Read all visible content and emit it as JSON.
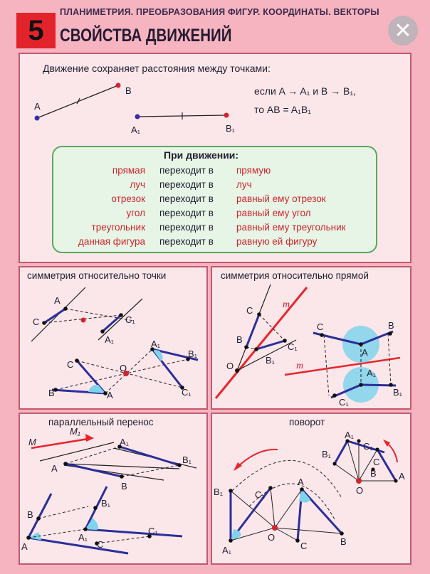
{
  "card_number": "5",
  "header": {
    "topic": "ПЛАНИМЕТРИЯ. ПРЕОБРАЗОВАНИЯ ФИГУР. КООРДИНАТЫ. ВЕКТОРЫ",
    "title": "СВОЙСТВА ДВИЖЕНИЙ"
  },
  "close_icon": "close-icon",
  "top_panel": {
    "statement": "Движение сохраняет расстояния между точками:",
    "condition_line1": "если A → A₁ и B → B₁,",
    "condition_line2": "то AB = A₁B₁",
    "labels": {
      "a": "A",
      "b": "B",
      "a1": "A₁",
      "b1": "B₁"
    }
  },
  "movement_box": {
    "heading": "При движении:",
    "rows": [
      {
        "from": "прямая",
        "verb": "переходит в",
        "to": "прямую"
      },
      {
        "from": "луч",
        "verb": "переходит в",
        "to": "луч"
      },
      {
        "from": "отрезок",
        "verb": "переходит в",
        "to": "равный ему отрезок"
      },
      {
        "from": "угол",
        "verb": "переходит в",
        "to": "равный ему угол"
      },
      {
        "from": "треугольник",
        "verb": "переходит в",
        "to": "равный ему треугольник"
      },
      {
        "from": "данная фигура",
        "verb": "переходит в",
        "to": "равную ей фигуру"
      }
    ]
  },
  "panels": {
    "point_symmetry": {
      "title": "симметрия относительно точки"
    },
    "line_symmetry": {
      "title": "симметрия относительно прямой",
      "line_label": "m"
    },
    "translation": {
      "title": "параллельный перенос",
      "m": "M",
      "m1": "M₁"
    },
    "rotation": {
      "title": "поворот"
    }
  },
  "point_labels": {
    "A": "A",
    "B": "B",
    "C": "C",
    "O": "O",
    "A1": "A₁",
    "B1": "B₁",
    "C1": "C₁",
    "m": "m"
  },
  "colors": {
    "accent_red": "#d0252e",
    "segment_blue": "#2b2f9a",
    "panel_border": "#c25a70",
    "green_box": "#e7f5e6",
    "angle_cyan": "#7fd3ec"
  }
}
